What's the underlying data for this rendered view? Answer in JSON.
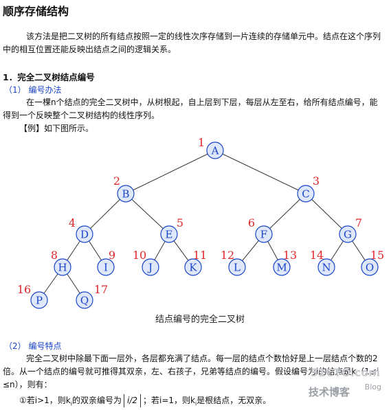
{
  "title": "顺序存储结构",
  "intro": [
    "该方法是把二叉树的所有结点按照一定的线性次序存储到一片连续的存储单元中。结点在这个序列",
    "中的相互位置还能反映出结点之间的逻辑关系。"
  ],
  "section1": {
    "heading": "1．完全二叉树结点编号"
  },
  "method": {
    "heading": "（1）  编号办法",
    "lines": [
      "在一棵n个结点的完全二叉树中，从树根起，自上层到下层，每层从左至右，给所有结点编号，能",
      "得到一个反映整个二叉树结构的线性序列。"
    ],
    "example": "【例】如下图所示。"
  },
  "tree": {
    "caption": "结点编号的完全二叉树",
    "nodes": [
      {
        "letter": "A",
        "num": "1"
      },
      {
        "letter": "B",
        "num": "2"
      },
      {
        "letter": "C",
        "num": "3"
      },
      {
        "letter": "D",
        "num": "4"
      },
      {
        "letter": "E",
        "num": "5"
      },
      {
        "letter": "F",
        "num": "6"
      },
      {
        "letter": "G",
        "num": "7"
      },
      {
        "letter": "H",
        "num": "8"
      },
      {
        "letter": "I",
        "num": "9"
      },
      {
        "letter": "J",
        "num": "10"
      },
      {
        "letter": "K",
        "num": "11"
      },
      {
        "letter": "L",
        "num": "12"
      },
      {
        "letter": "M",
        "num": "13"
      },
      {
        "letter": "N",
        "num": "14"
      },
      {
        "letter": "O",
        "num": "15"
      },
      {
        "letter": "P",
        "num": "16"
      },
      {
        "letter": "Q",
        "num": "17"
      }
    ]
  },
  "features": {
    "heading": "（2）  编号特点",
    "lines": [
      "完全二叉树中除最下面一层外，各层都充满了结点。每一层的结点个数恰好是上一层结点个数的2",
      "倍。从一个结点的编号就可推得其双亲，左、右孩子，兄弟等结点的编号。假设编号为i的结点是k（1≤i",
      "≤n），则有："
    ],
    "rule1_prefix": "①若i>1，则k",
    "rule1_mid": "的双亲编号为",
    "rule1_expr": "i/2",
    "rule1_suffix": "；若i=1，则k",
    "rule1_end": "是根结点，无双亲。"
  },
  "watermark": {
    "site": "51CTO.com",
    "tag": "技术博客",
    "blog": "Blog"
  }
}
